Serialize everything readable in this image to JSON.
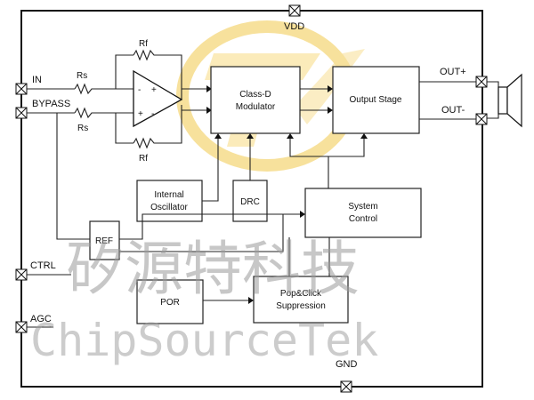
{
  "pins": {
    "vdd": "VDD",
    "in": "IN",
    "bypass": "BYPASS",
    "ctrl": "CTRL",
    "agc": "AGC",
    "gnd": "GND",
    "out_plus": "OUT+",
    "out_minus": "OUT-"
  },
  "components": {
    "rf_top": "Rf",
    "rf_bottom": "Rf",
    "rs_top": "Rs",
    "rs_bottom": "Rs",
    "opamp_minus_top": "-",
    "opamp_plus_top": "+",
    "opamp_plus_bottom": "+",
    "opamp_minus_bottom": "-"
  },
  "blocks": {
    "class_d": [
      "Class-D",
      "Modulator"
    ],
    "output_stage": "Output Stage",
    "oscillator": [
      "Internal",
      "Oscillator"
    ],
    "drc": "DRC",
    "system_control": [
      "System",
      "Control"
    ],
    "ref": "REF",
    "por": "POR",
    "pop_click": [
      "Pop&Click",
      "Suppression"
    ]
  },
  "watermark": {
    "chinese": "矽源特科技",
    "english": "ChipSourceTek"
  },
  "colors": {
    "line": "#222222",
    "logo": "#f2c94c",
    "watermark": "#9a9a9a"
  }
}
